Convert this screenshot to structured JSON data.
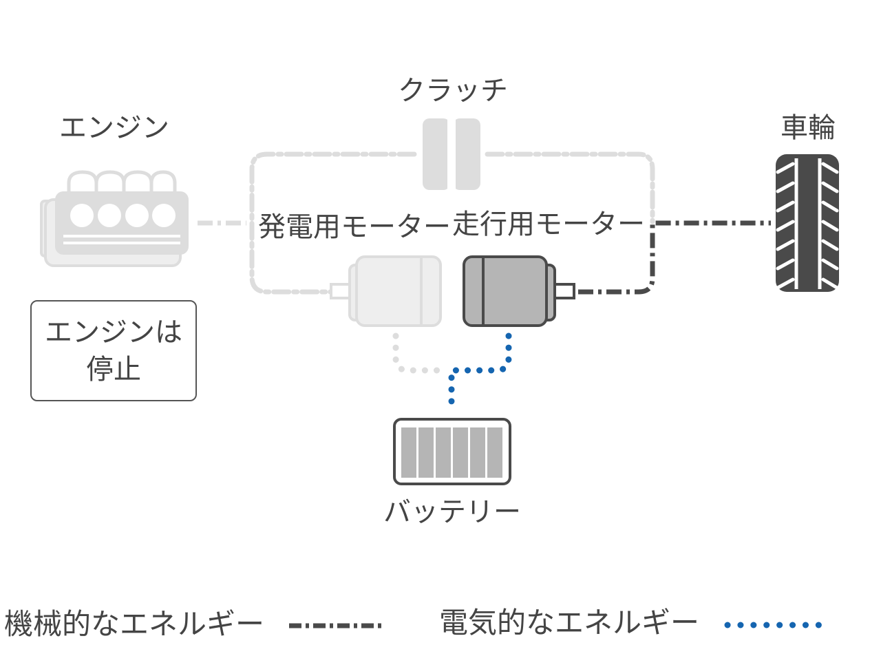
{
  "labels": {
    "engine": "エンジン",
    "clutch": "クラッチ",
    "wheel": "車輪",
    "generator_motor": "発電用モーター",
    "drive_motor": "走行用モーター",
    "battery": "バッテリー"
  },
  "status": {
    "line1": "エンジンは",
    "line2": "停止"
  },
  "legend": {
    "mechanical": "機械的なエネルギー",
    "electrical": "電気的なエネルギー"
  },
  "colors": {
    "active_mechanical": "#4a4a4a",
    "inactive": "#dddddd",
    "electrical": "#1565b0",
    "text": "#444444"
  },
  "icons": {
    "engine": "engine-icon",
    "clutch": "clutch-icon",
    "wheel": "tire-icon",
    "generator_motor": "motor-icon",
    "drive_motor": "motor-icon",
    "battery": "battery-icon"
  }
}
